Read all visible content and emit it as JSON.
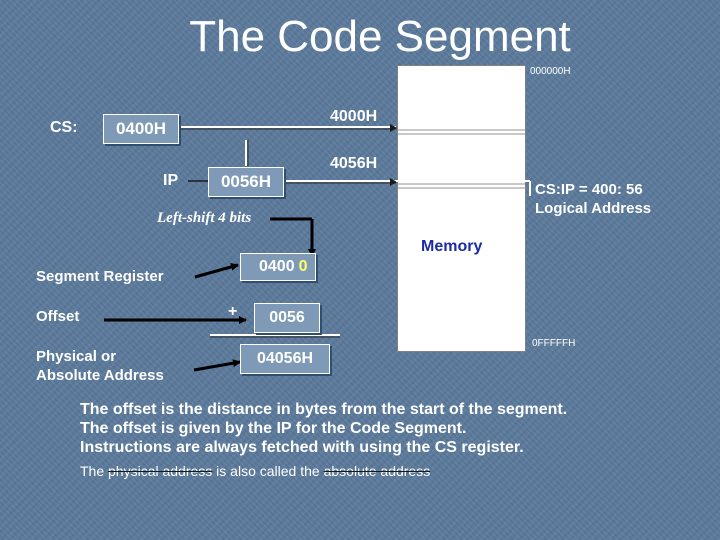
{
  "title": "The Code Segment",
  "memory": {
    "label": "Memory",
    "top_address": "000000H",
    "bottom_address": "0FFFFFH",
    "segment_start": "4000H",
    "target_address": "4056H"
  },
  "cs": {
    "label": "CS:",
    "value": "0400H"
  },
  "ip": {
    "label": "IP",
    "value": "0056H"
  },
  "logical_address": {
    "line1": "CS:IP = 400: 56",
    "line2": "Logical Address"
  },
  "calc": {
    "shift_label": "Left-shift 4 bits",
    "segment_label": "Segment Register",
    "offset_label": "Offset",
    "physical_label_line1": "Physical or",
    "physical_label_line2": "Absolute Address",
    "shifted_value": "0400",
    "shifted_digit": "0",
    "plus": "+",
    "offset_value": "0056",
    "result_value": "04056H"
  },
  "notes": [
    "The offset is the distance in bytes from the start of the segment.",
    "The offset is given by the IP for the Code Segment.",
    "Instructions are always fetched with using  the CS register."
  ],
  "footnote": {
    "part1": "The ",
    "part2": "physical address",
    "part3": "  is also called the ",
    "part4": "absolute address"
  },
  "colors": {
    "background": "#5b7a9c",
    "box_fill": "#7f9ab6",
    "memory_label": "#1c2aa6",
    "text": "#ffffff",
    "arrow": "#000000"
  }
}
